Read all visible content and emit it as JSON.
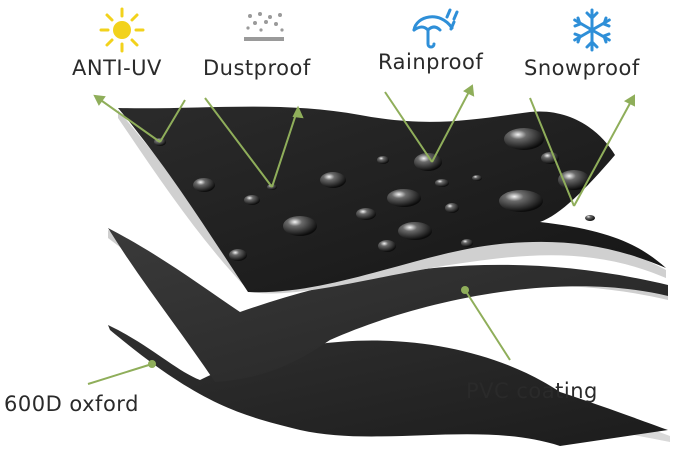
{
  "labels": {
    "anti_uv": "ANTI-UV",
    "dustproof": "Dustproof",
    "rainproof": "Rainproof",
    "snowproof": "Snowproof",
    "oxford": "600D oxford",
    "pvc": "PVC coating"
  },
  "icons": {
    "sun": "sun-icon",
    "dust": "dust-icon",
    "umbrella": "umbrella-rain-icon",
    "snowflake": "snowflake-icon"
  },
  "colors": {
    "sun": "#f2d21c",
    "dust": "#9a9a9a",
    "umbrella": "#2e8fd8",
    "snowflake": "#2e8fd8",
    "leader_line": "#8fae5a",
    "fabric_top": "#1e1e1e",
    "fabric_mid": "#2f2f2f",
    "fabric_bottom": "#262626",
    "edge": "#b8b8b8"
  }
}
